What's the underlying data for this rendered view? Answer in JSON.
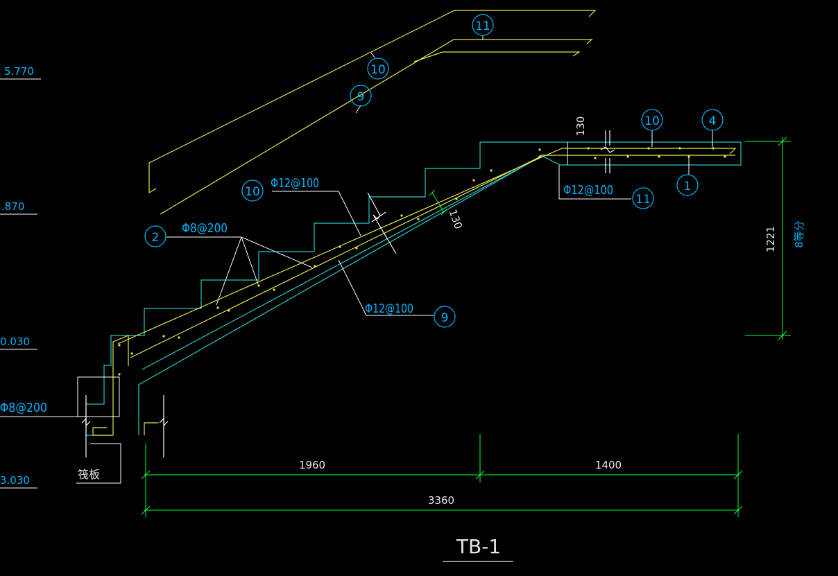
{
  "drawing": {
    "title": "TB-1",
    "colors": {
      "background": "#000000",
      "concrete": "#00ffff",
      "rebar": "#ffff00",
      "leader": "#ffffff",
      "dimension": "#00ff00",
      "annotation": "#00b4ff"
    },
    "elevations": [
      "5.770",
      ".870",
      "0.030",
      "3.030"
    ],
    "rebar_labels": {
      "phi12_upper": "Φ12@100",
      "phi8_left": "Φ8@200",
      "phi12_landing": "Φ12@100",
      "phi12_lower": "Φ12@100",
      "phi8_base": "Φ8@200"
    },
    "bubbles": [
      "11",
      "10",
      "9",
      "10",
      "4",
      "1",
      "11",
      "2",
      "10",
      "9"
    ],
    "dimensions": {
      "run": "1960",
      "landing": "1400",
      "total": "3360",
      "height": "1221",
      "height_note": "8等分",
      "landing_thickness": "130",
      "slab_thickness": "130"
    },
    "foundation_label": "筏板"
  }
}
